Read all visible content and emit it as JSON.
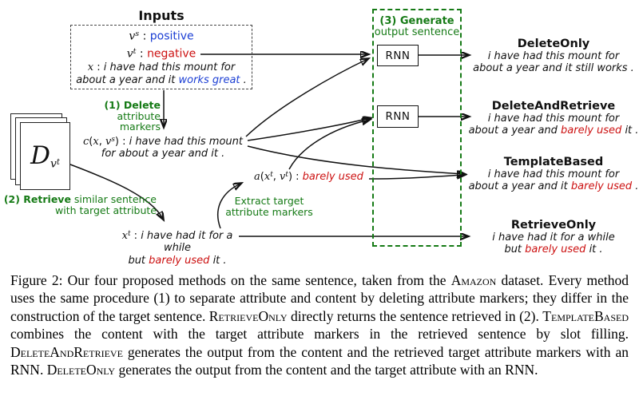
{
  "palette": {
    "green": "#157a15",
    "red": "#cc1111",
    "blue": "#1c3fd4",
    "ink": "#111111"
  },
  "figure": {
    "inputs_title": "Inputs",
    "inputs_box": {
      "line_vs": [
        {
          "t": "v",
          "s": "m"
        },
        {
          "t": "s",
          "s": "msup"
        },
        {
          "t": " : ",
          "s": "p"
        },
        {
          "t": "positive",
          "s": "blue"
        }
      ],
      "line_vt": [
        {
          "t": "v",
          "s": "m"
        },
        {
          "t": "t",
          "s": "msup"
        },
        {
          "t": " : ",
          "s": "p"
        },
        {
          "t": "negative",
          "s": "red"
        }
      ],
      "line_x1": [
        {
          "t": "x",
          "s": "m"
        },
        {
          "t": " : ",
          "s": "p"
        },
        {
          "t": "i have had this mount for",
          "s": "i"
        }
      ],
      "line_x2": [
        {
          "t": "about a year and it ",
          "s": "i"
        },
        {
          "t": "works great",
          "s": "iblue"
        },
        {
          "t": " .",
          "s": "i"
        }
      ]
    },
    "step1": {
      "line1": [
        {
          "t": "(1) Delete",
          "s": "gb"
        }
      ],
      "line2": [
        {
          "t": "attribute markers",
          "s": "g"
        }
      ]
    },
    "content_text": {
      "line1": [
        {
          "t": "c",
          "s": "m"
        },
        {
          "t": "(",
          "s": "p"
        },
        {
          "t": "x",
          "s": "m"
        },
        {
          "t": ", ",
          "s": "p"
        },
        {
          "t": "v",
          "s": "m"
        },
        {
          "t": "s",
          "s": "msup"
        },
        {
          "t": ") : ",
          "s": "p"
        },
        {
          "t": "i have had this mount",
          "s": "i"
        }
      ],
      "line2": [
        {
          "t": "for about a year and it .",
          "s": "i"
        }
      ]
    },
    "corpus_label": [
      {
        "t": "D",
        "s": "cal"
      },
      {
        "t": "v",
        "s": "msub"
      },
      {
        "t": "t",
        "s": "msubsup"
      }
    ],
    "step2": {
      "line1": [
        {
          "t": "(2) Retrieve",
          "s": "gb"
        },
        {
          "t": " similar sentence",
          "s": "g"
        }
      ],
      "line2": [
        {
          "t": "with target attribute",
          "s": "g"
        }
      ]
    },
    "xt_text": {
      "line1": [
        {
          "t": "x",
          "s": "m"
        },
        {
          "t": "t",
          "s": "msup"
        },
        {
          "t": " : ",
          "s": "p"
        },
        {
          "t": "i have had it for a while",
          "s": "i"
        }
      ],
      "line2": [
        {
          "t": "but ",
          "s": "i"
        },
        {
          "t": "barely used",
          "s": "ired"
        },
        {
          "t": " it .",
          "s": "i"
        }
      ]
    },
    "a_text": [
      {
        "t": "a",
        "s": "m"
      },
      {
        "t": "(",
        "s": "p"
      },
      {
        "t": "x",
        "s": "m"
      },
      {
        "t": "t",
        "s": "msup"
      },
      {
        "t": ", ",
        "s": "p"
      },
      {
        "t": "v",
        "s": "m"
      },
      {
        "t": "t",
        "s": "msup"
      },
      {
        "t": ") : ",
        "s": "p"
      },
      {
        "t": "barely used",
        "s": "ired"
      }
    ],
    "extract": {
      "line1": [
        {
          "t": "Extract target",
          "s": "g"
        }
      ],
      "line2": [
        {
          "t": "attribute markers",
          "s": "g"
        }
      ]
    },
    "step3": {
      "line1": "(3) Generate",
      "line2": "output sentence"
    },
    "rnn1_label": "RNN",
    "rnn2_label": "RNN",
    "outputs": [
      {
        "title": "DeleteOnly",
        "line1": [
          {
            "t": "i have had this mount for",
            "s": "i"
          }
        ],
        "line2": [
          {
            "t": "about a year and it still works .",
            "s": "i"
          }
        ]
      },
      {
        "title": "DeleteAndRetrieve",
        "line1": [
          {
            "t": "i have had this mount for",
            "s": "i"
          }
        ],
        "line2": [
          {
            "t": "about a year and ",
            "s": "i"
          },
          {
            "t": "barely used",
            "s": "ired"
          },
          {
            "t": " it .",
            "s": "i"
          }
        ]
      },
      {
        "title": "TemplateBased",
        "line1": [
          {
            "t": "i have had this mount for",
            "s": "i"
          }
        ],
        "line2": [
          {
            "t": "about a year and it ",
            "s": "i"
          },
          {
            "t": "barely used",
            "s": "ired"
          },
          {
            "t": " .",
            "s": "i"
          }
        ]
      },
      {
        "title": "RetrieveOnly",
        "line1": [
          {
            "t": "i have had it for a while",
            "s": "i"
          }
        ],
        "line2": [
          {
            "t": "but ",
            "s": "i"
          },
          {
            "t": "barely used",
            "s": "ired"
          },
          {
            "t": " it .",
            "s": "i"
          }
        ]
      }
    ]
  },
  "caption": {
    "segments": [
      {
        "t": "Figure 2: Our four proposed methods on the same sentence, taken from the ",
        "s": "p"
      },
      {
        "t": "Amazon",
        "s": "sc"
      },
      {
        "t": " dataset. Every method uses the same procedure (1) to separate attribute and content by deleting attribute markers; they differ in the construction of the target sentence. ",
        "s": "p"
      },
      {
        "t": "RetrieveOnly",
        "s": "sc"
      },
      {
        "t": " directly returns the sentence retrieved in (2). ",
        "s": "p"
      },
      {
        "t": "TemplateBased",
        "s": "sc"
      },
      {
        "t": " combines the content with the target attribute markers in the retrieved sentence by slot filling. ",
        "s": "p"
      },
      {
        "t": "DeleteAndRetrieve",
        "s": "sc"
      },
      {
        "t": " generates the output from the content and the retrieved target attribute markers with an RNN. ",
        "s": "p"
      },
      {
        "t": "DeleteOnly",
        "s": "sc"
      },
      {
        "t": " generates the output from the content and the target attribute with an RNN.",
        "s": "p"
      }
    ]
  }
}
